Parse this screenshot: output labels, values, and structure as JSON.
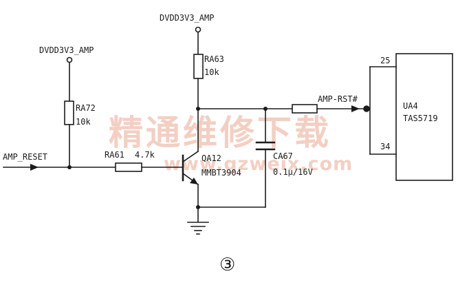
{
  "power": {
    "left_rail": "DVDD3V3_AMP",
    "top_rail": "DVDD3V3_AMP"
  },
  "resistors": {
    "ra72": {
      "ref": "RA72",
      "value": "10k"
    },
    "ra63": {
      "ref": "RA63",
      "value": "10k"
    },
    "ra61": {
      "ref": "RA61",
      "value": "4.7k"
    }
  },
  "transistor": {
    "ref": "QA12",
    "part": "MMBT3904"
  },
  "capacitor": {
    "ref": "CA67",
    "value": "0.1μ/16V"
  },
  "ic": {
    "ref": "UA4",
    "part": "TAS5719",
    "pin_top": "25",
    "pin_bottom": "34"
  },
  "nets": {
    "input": "AMP_RESET",
    "output": "AMP-RST#"
  },
  "watermark": {
    "cn": "精通维修下载",
    "url": "www.gzweix.com"
  },
  "figure_number": "③"
}
